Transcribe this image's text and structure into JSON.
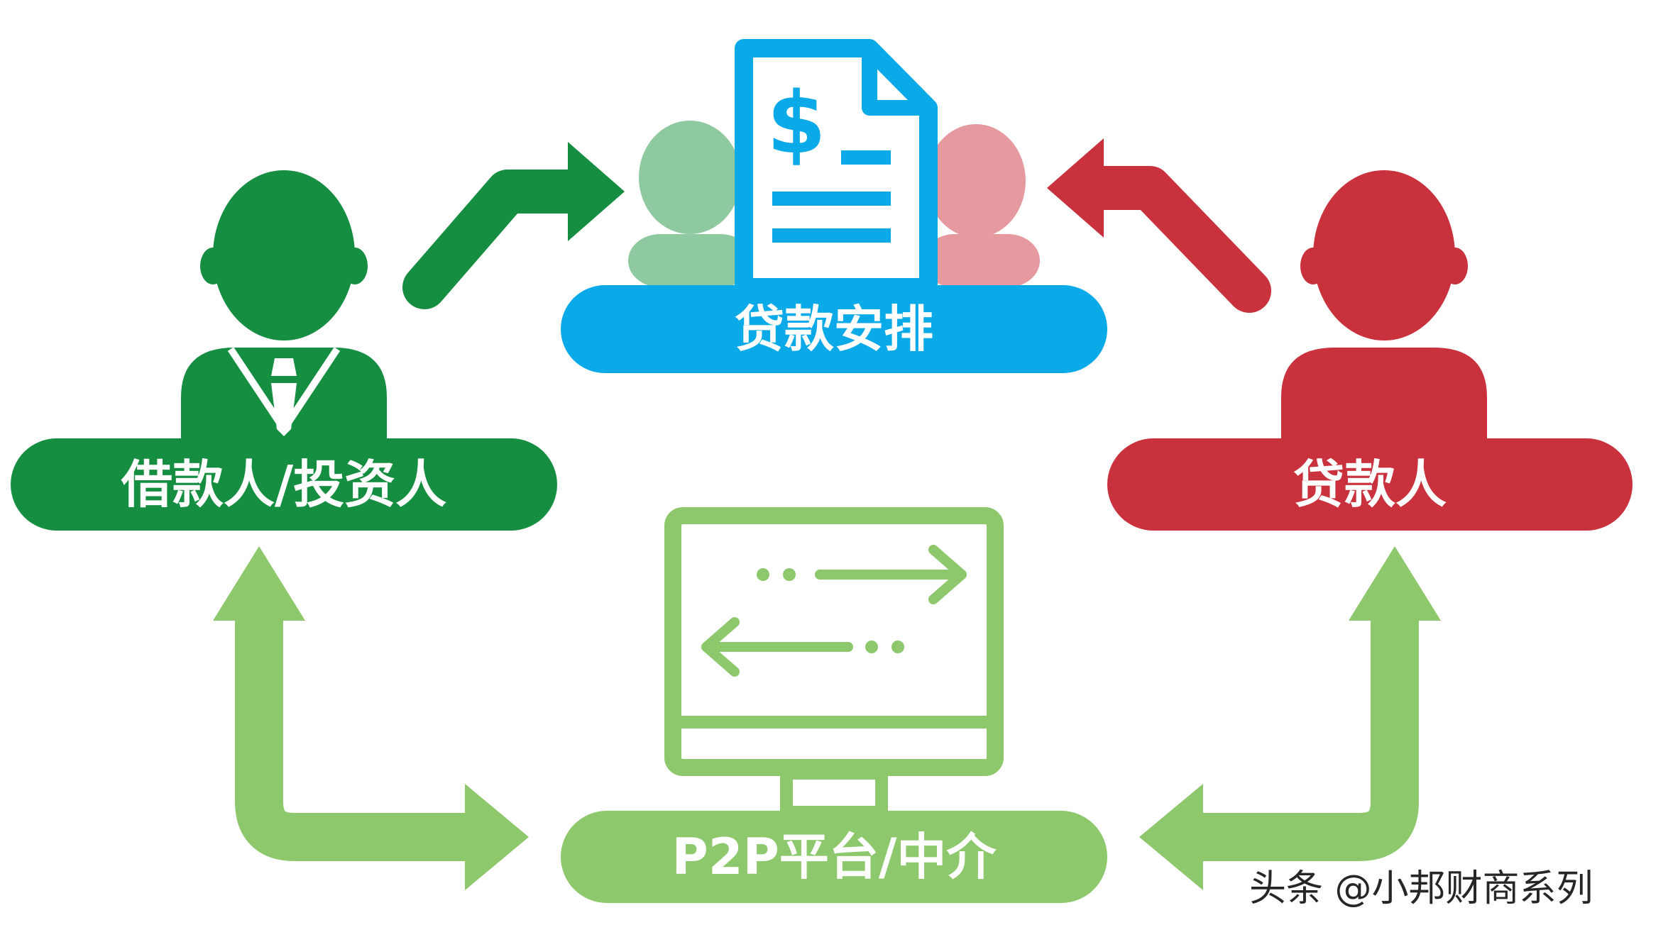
{
  "colors": {
    "green_dark": "#168e41",
    "green_light": "#8dc86c",
    "green_faded": "#8ec9a0",
    "red": "#c9313d",
    "red_faded": "#e69aa0",
    "blue": "#0aa9e8",
    "blue_light": "#29b8ee"
  },
  "nodes": {
    "borrower": {
      "label": "借款人/投资人",
      "icon": "person-with-tie-icon"
    },
    "lender": {
      "label": "贷款人",
      "icon": "person-icon"
    },
    "loan_arrangement": {
      "label": "贷款安排",
      "icon": "dollar-document-icon"
    },
    "platform": {
      "label": "P2P平台/中介",
      "icon": "monitor-transfer-icon"
    }
  },
  "edges": [
    {
      "from": "borrower",
      "to": "loan_arrangement",
      "color": "green_dark"
    },
    {
      "from": "lender",
      "to": "loan_arrangement",
      "color": "red"
    },
    {
      "from": "platform",
      "to": "borrower",
      "color": "green_light",
      "bidirectional": true
    },
    {
      "from": "platform",
      "to": "lender",
      "color": "green_light",
      "bidirectional": true
    }
  ],
  "watermark": "头条 @小邦财商系列"
}
